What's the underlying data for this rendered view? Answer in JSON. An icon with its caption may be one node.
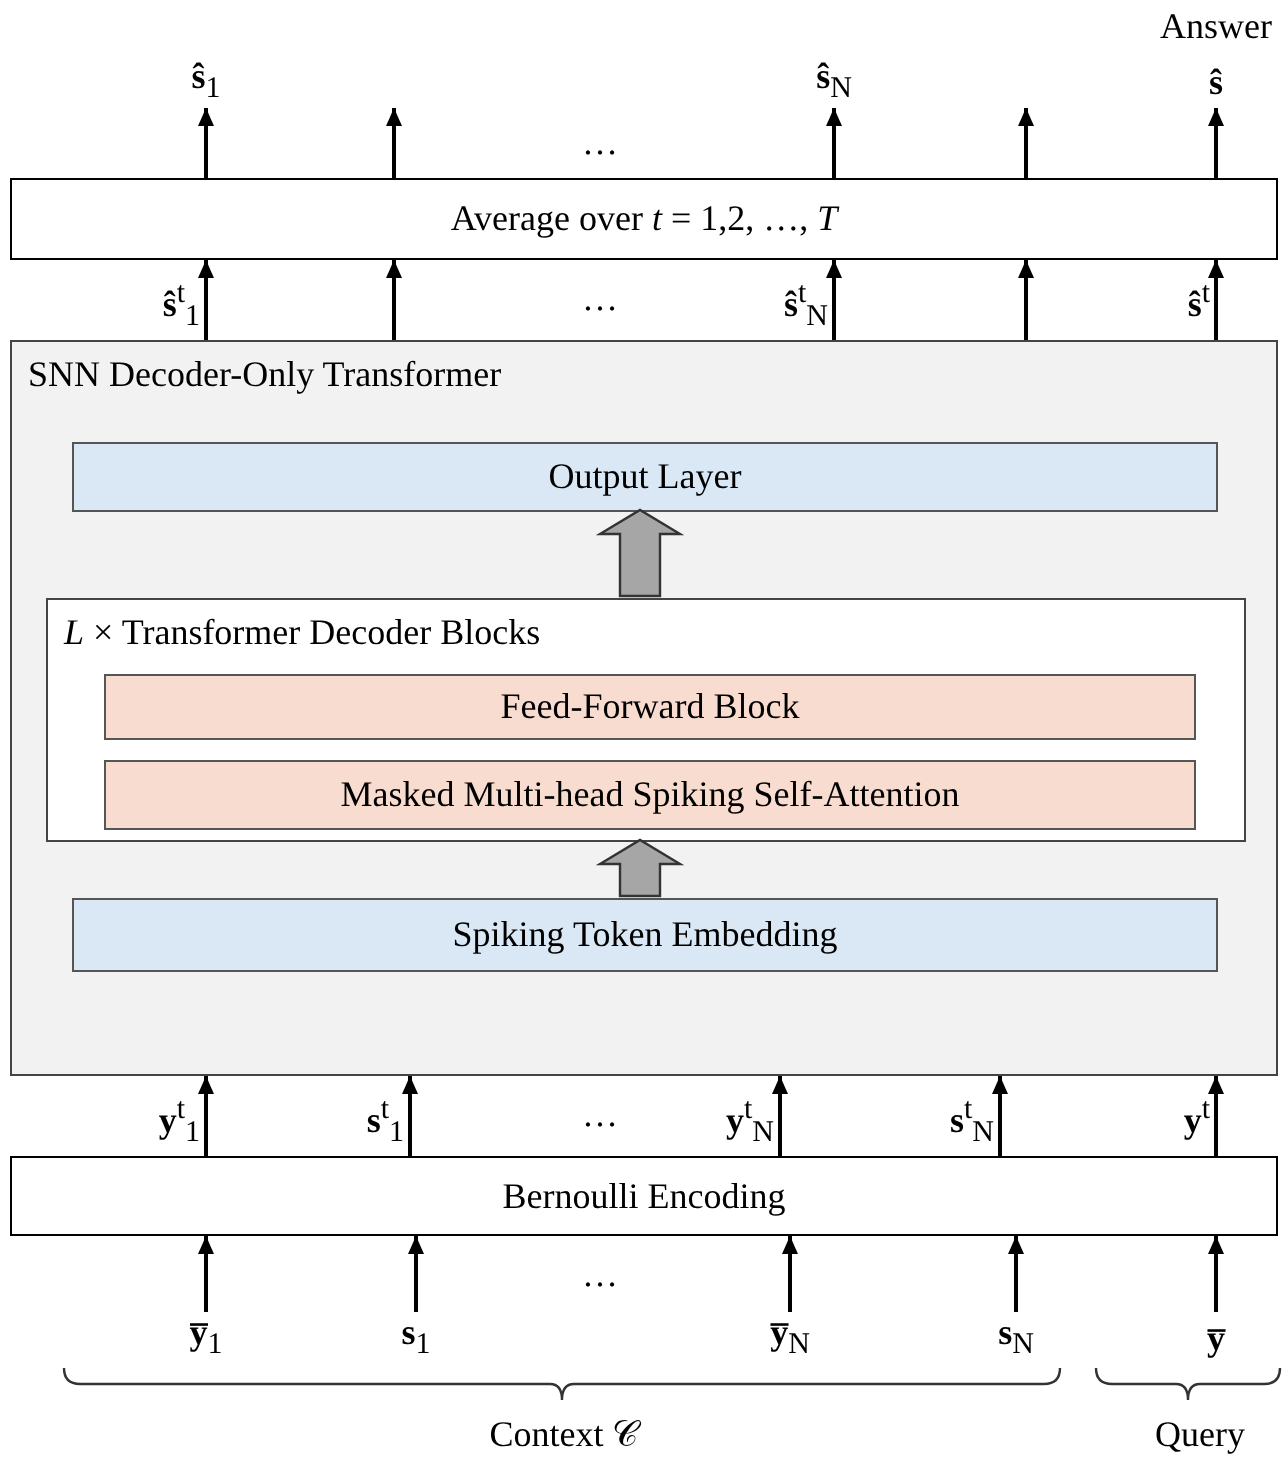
{
  "diagram": {
    "nodes": [
      {
        "text": [
          "Average over *t* = 1,2, …, *T*"
        ]
      },
      {
        "text": [
          "SNN Decoder-Only Transformer"
        ]
      },
      {
        "text": [
          "Output Layer"
        ],
        "in": 1
      },
      {
        "text": [
          "*L* × Transformer Decoder Blocks"
        ],
        "in": 1
      },
      {
        "text": [
          "Feed-Forward Block"
        ],
        "in": 3
      },
      {
        "text": [
          "Masked Multi-head Spiking Self-Attention"
        ],
        "in": 3
      },
      {
        "text": [
          "Spiking Token Embedding"
        ],
        "in": 1
      },
      {
        "text": [
          "Bernoulli Encoding"
        ]
      },
      {
        "text": [
          "**y̅**$_{1}$"
        ]
      },
      {
        "text": [
          "**s**$_{1}$"
        ]
      },
      {
        "text": [
          "**y̅**$_{N}$"
        ]
      },
      {
        "text": [
          "**s**$_{N}$"
        ]
      },
      {
        "text": [
          "**y̅**"
        ]
      },
      {
        "text": [
          "**ŝ**$_{1}$"
        ]
      },
      {
        "text": [
          "**ŝ**$_{N}$"
        ]
      },
      {
        "text": [
          "**ŝ**"
        ],
        "beside": [
          "Answer"
        ]
      }
    ],
    "edges": [
      {
        "from": 8,
        "to": 7,
        "arrow": "to"
      },
      {
        "from": 9,
        "to": 7,
        "arrow": "to"
      },
      {
        "from": 10,
        "to": 7,
        "arrow": "to"
      },
      {
        "from": 11,
        "to": 7,
        "arrow": "to"
      },
      {
        "from": 12,
        "to": 7,
        "arrow": "to"
      },
      {
        "from": 7,
        "to": 1,
        "arrow": "to",
        "label": "**y**$^{t}$$_{1}$"
      },
      {
        "from": 7,
        "to": 1,
        "arrow": "to",
        "label": "**s**$^{t}$$_{1}$"
      },
      {
        "from": 7,
        "to": 1,
        "arrow": "to",
        "label": "**y**$^{t}$$_{N}$"
      },
      {
        "from": 7,
        "to": 1,
        "arrow": "to",
        "label": "**s**$^{t}$$_{N}$"
      },
      {
        "from": 7,
        "to": 1,
        "arrow": "to",
        "label": "**y**$^{t}$"
      },
      {
        "from": 6,
        "to": 3,
        "arrow": "to",
        "style": "thick",
        "color": "#a6a6a6"
      },
      {
        "from": 3,
        "to": 2,
        "arrow": "to",
        "style": "thick",
        "color": "#a6a6a6"
      },
      {
        "from": 1,
        "to": 0,
        "arrow": "to",
        "label": "**ŝ**$^{t}$$_{1}$"
      },
      {
        "from": 1,
        "to": 0,
        "arrow": "to"
      },
      {
        "from": 1,
        "to": 0,
        "arrow": "to",
        "label": "**ŝ**$^{t}$$_{N}$"
      },
      {
        "from": 1,
        "to": 0,
        "arrow": "to"
      },
      {
        "from": 1,
        "to": 0,
        "arrow": "to",
        "label": "**ŝ**$^{t}$"
      },
      {
        "from": 0,
        "to": 13,
        "arrow": "to"
      },
      {
        "from": 0,
        "to": null,
        "arrow": "to"
      },
      {
        "from": 0,
        "to": 14,
        "arrow": "to"
      },
      {
        "from": 0,
        "to": null,
        "arrow": "to"
      },
      {
        "from": 0,
        "to": 15,
        "arrow": "to"
      }
    ],
    "labels": [
      "…",
      "…",
      "…",
      "…",
      "Context 𝒞",
      "Query"
    ]
  }
}
